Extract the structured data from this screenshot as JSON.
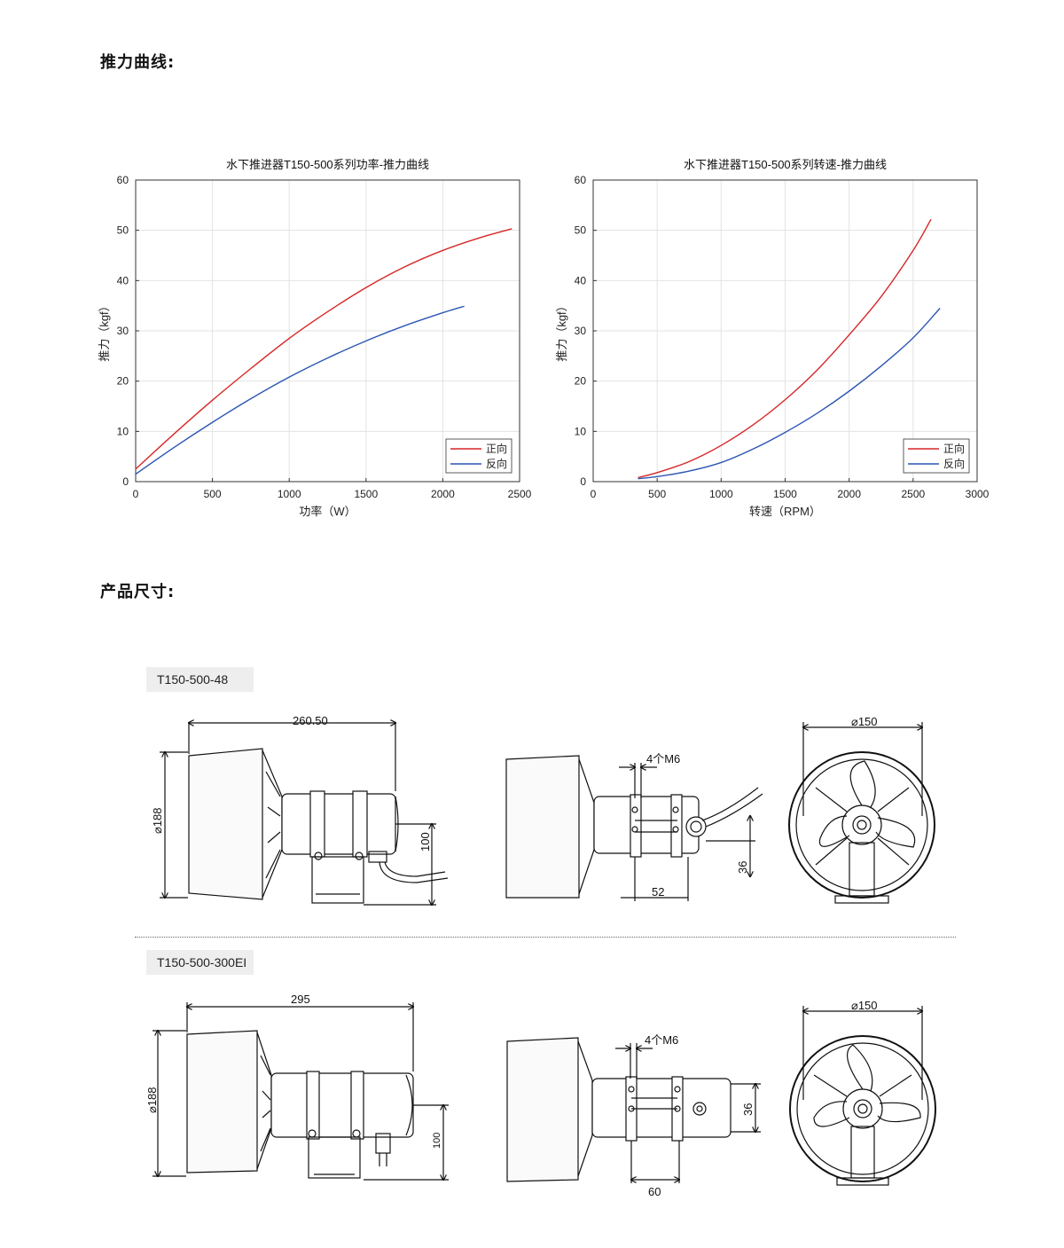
{
  "sections": {
    "thrust_curve_title": "推力曲线:",
    "dimensions_title": "产品尺寸:"
  },
  "colors": {
    "forward": "#d62728",
    "reverse": "#2b56b3",
    "grid": "#e3e3e3"
  },
  "chart_data": [
    {
      "type": "line",
      "title": "水下推进器T150-500系列功率-推力曲线",
      "xlabel": "功率（W）",
      "ylabel": "推力（kgf）",
      "xlim": [
        0,
        2500
      ],
      "ylim": [
        0,
        60
      ],
      "xticks": [
        0,
        500,
        1000,
        1500,
        2000,
        2500
      ],
      "yticks": [
        0,
        10,
        20,
        30,
        40,
        50,
        60
      ],
      "grid": true,
      "legend": "bottom-right",
      "series": [
        {
          "name": "正向",
          "color": "#d62728",
          "x": [
            0,
            250,
            500,
            750,
            1000,
            1250,
            1500,
            1750,
            2000,
            2250,
            2450
          ],
          "y": [
            2.5,
            9.5,
            16.2,
            22.5,
            28.5,
            33.8,
            38.6,
            42.7,
            46.0,
            48.6,
            50.3
          ]
        },
        {
          "name": "反向",
          "color": "#2b56b3",
          "x": [
            0,
            250,
            500,
            750,
            1000,
            1250,
            1500,
            1750,
            2000,
            2140
          ],
          "y": [
            1.5,
            6.8,
            11.8,
            16.5,
            20.8,
            24.6,
            28.0,
            31.0,
            33.6,
            34.9
          ]
        }
      ]
    },
    {
      "type": "line",
      "title": "水下推进器T150-500系列转速-推力曲线",
      "xlabel": "转速（RPM）",
      "ylabel": "推力（kgf）",
      "xlim": [
        0,
        3000
      ],
      "ylim": [
        0,
        60
      ],
      "xticks": [
        0,
        500,
        1000,
        1500,
        2000,
        2500,
        3000
      ],
      "yticks": [
        0,
        10,
        20,
        30,
        40,
        50,
        60
      ],
      "grid": true,
      "legend": "bottom-right",
      "series": [
        {
          "name": "正向",
          "color": "#d62728",
          "x": [
            350,
            500,
            750,
            1000,
            1250,
            1500,
            1750,
            2000,
            2250,
            2500,
            2640
          ],
          "y": [
            0.8,
            1.8,
            4.0,
            7.2,
            11.3,
            16.3,
            22.2,
            29.2,
            36.8,
            46.0,
            52.2
          ]
        },
        {
          "name": "反向",
          "color": "#2b56b3",
          "x": [
            350,
            500,
            750,
            1000,
            1250,
            1500,
            1750,
            2000,
            2250,
            2500,
            2710
          ],
          "y": [
            0.6,
            1.0,
            2.1,
            3.8,
            6.5,
            9.8,
            13.6,
            18.0,
            23.0,
            28.6,
            34.5
          ]
        }
      ]
    }
  ],
  "models": [
    {
      "name": "T150-500-48",
      "dims": {
        "length": "260.50",
        "diameter_side": "⌀188",
        "height": "100",
        "mount_holes": "4个M6",
        "hole_spacing": "52",
        "cable_offset": "36",
        "diameter_front": "⌀150"
      }
    },
    {
      "name": "T150-500-300EI",
      "dims": {
        "length": "295",
        "diameter_side": "⌀188",
        "height": "100",
        "mount_holes": "4个M6",
        "hole_spacing": "60",
        "cable_offset": "36",
        "diameter_front": "⌀150"
      }
    }
  ]
}
